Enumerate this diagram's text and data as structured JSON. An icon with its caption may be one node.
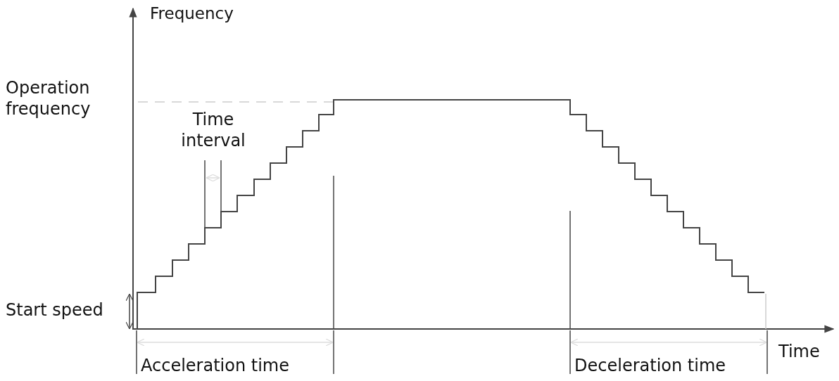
{
  "diagram": {
    "labels": [
      "Frequency",
      "Operation frequency",
      "Time interval",
      "Start speed",
      "Time",
      "Acceleration time",
      "Deceleration time"
    ]
  }
}
